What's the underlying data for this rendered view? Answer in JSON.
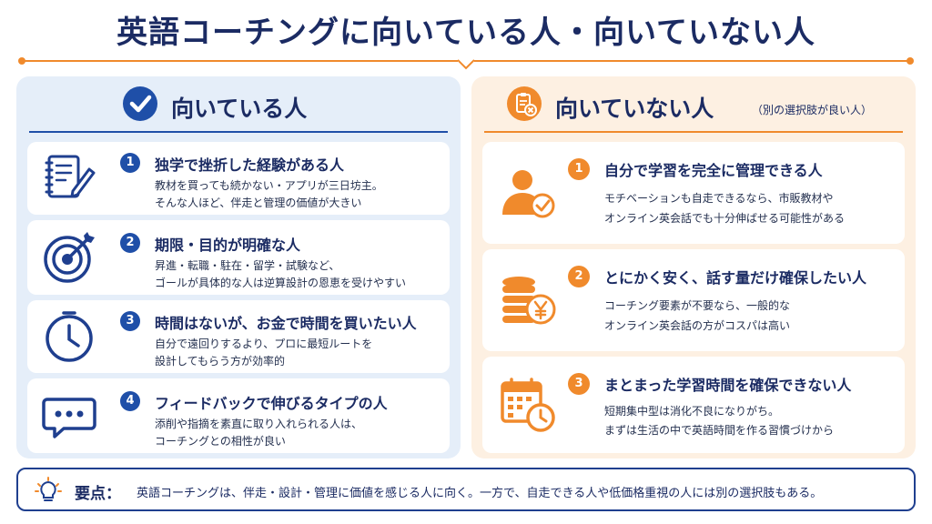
{
  "title": "英語コーチングに向いている人・向いていない人",
  "colors": {
    "navy": "#1b2b63",
    "blue": "#1f4fa8",
    "orange": "#f08a2c",
    "left_bg": "#e5eef9",
    "right_bg": "#fdf0e2"
  },
  "suited": {
    "heading": "向いている人",
    "icon": "check-circle-icon",
    "items": [
      {
        "num": "1",
        "title": "独学で挫折した経験がある人",
        "desc1": "教材を買っても続かない・アプリが三日坊主。",
        "desc2": "そんな人ほど、伴走と管理の価値が大きい",
        "icon": "notebook-pen-icon"
      },
      {
        "num": "2",
        "title": "期限・目的が明確な人",
        "desc1": "昇進・転職・駐在・留学・試験など、",
        "desc2": "ゴールが具体的な人は逆算設計の恩恵を受けやすい",
        "icon": "target-icon"
      },
      {
        "num": "3",
        "title": "時間はないが、お金で時間を買いたい人",
        "desc1": "自分で遠回りするより、プロに最短ルートを",
        "desc2": "設計してもらう方が効率的",
        "icon": "clock-icon"
      },
      {
        "num": "4",
        "title": "フィードバックで伸びるタイプの人",
        "desc1": "添削や指摘を素直に取り入れられる人は、",
        "desc2": "コーチングとの相性が良い",
        "icon": "chat-bubble-icon"
      }
    ]
  },
  "unsuited": {
    "heading": "向いていない人",
    "subheading": "（別の選択肢が良い人）",
    "icon": "clipboard-x-icon",
    "items": [
      {
        "num": "1",
        "title": "自分で学習を完全に管理できる人",
        "desc1": "モチベーションも自走できるなら、市販教材や",
        "desc2": "オンライン英会話でも十分伸ばせる可能性がある",
        "icon": "person-check-icon"
      },
      {
        "num": "2",
        "title": "とにかく安く、話す量だけ確保したい人",
        "desc1": "コーチング要素が不要なら、一般的な",
        "desc2": "オンライン英会話の方がコスパは高い",
        "icon": "coins-yen-icon"
      },
      {
        "num": "3",
        "title": "まとまった学習時間を確保できない人",
        "desc1": "短期集中型は消化不良になりがち。",
        "desc2": "まずは生活の中で英語時間を作る習慣づけから",
        "icon": "calendar-clock-icon"
      }
    ]
  },
  "keypoint": {
    "label": "要点：",
    "text": "英語コーチングは、伴走・設計・管理に価値を感じる人に向く。一方で、自走できる人や低価格重視の人には別の選択肢もある。",
    "icon": "lightbulb-icon"
  }
}
